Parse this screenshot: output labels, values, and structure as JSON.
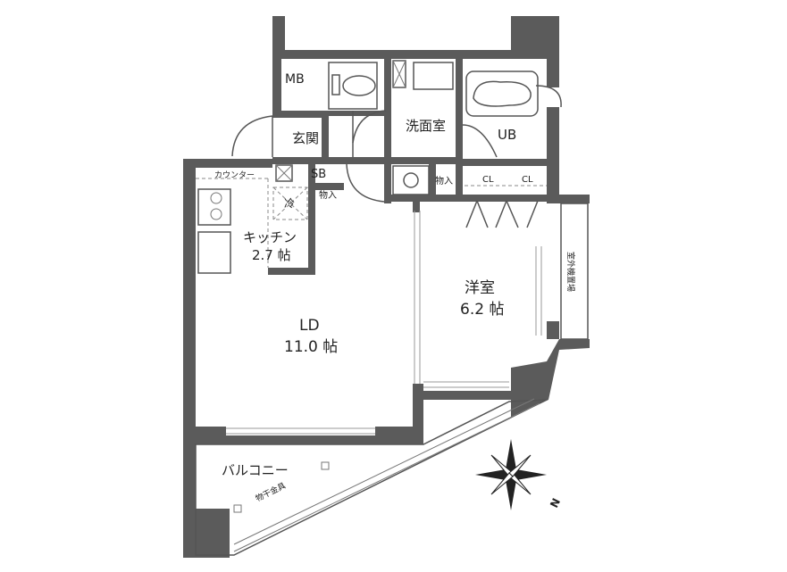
{
  "rooms": {
    "mb": "MB",
    "entrance": "玄関",
    "sb": "SB",
    "washroom": "洗面室",
    "ub": "UB",
    "counter": "カウンター",
    "fridge": "冷",
    "storage_entry": "物入",
    "storage_hall": "物入",
    "closet_left": "CL",
    "closet_right": "CL",
    "kitchen_name": "キッチン",
    "kitchen_size": "2.7 帖",
    "ld_name": "LD",
    "ld_size": "11.0 帖",
    "western_name": "洋室",
    "western_size": "6.2 帖",
    "balcony": "バルコニー",
    "outdoor_unit": "室外機置場",
    "clothes_hanger": "物干金具"
  },
  "compass": {
    "north_label": "N"
  }
}
